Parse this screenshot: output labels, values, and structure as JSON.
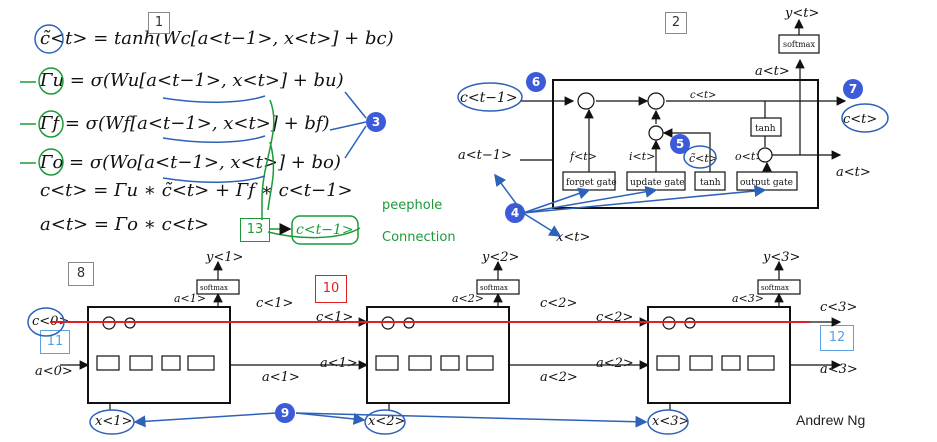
{
  "equations": [
    "c̃<t> = tanh(Wc[a<t−1>, x<t>] + bc)",
    "Γu = σ(Wu[a<t−1>, x<t>] + bu)",
    "Γf = σ(Wf[a<t−1>, x<t>] + bf)",
    "Γo = σ(Wo[a<t−1>, x<t>] + bo)",
    "c<t> = Γu ∗ c̃<t> + Γf ∗ c<t−1>",
    "a<t> = Γo ∗ c<t>"
  ],
  "box_numbers": {
    "n1": "1",
    "n2": "2",
    "n8": "8",
    "n10": "10",
    "n11": "11",
    "n12": "12",
    "n13": "13"
  },
  "badges": {
    "b3": "3",
    "b4": "4",
    "b5": "5",
    "b6": "6",
    "b7": "7",
    "b9": "9"
  },
  "annotation": {
    "peephole": "peephole",
    "connection": "Connection",
    "c_prev": "c<t−1>"
  },
  "cell": {
    "forget_gate": "forget gate",
    "update_gate": "update gate",
    "tanh": "tanh",
    "output_gate": "output gate",
    "softmax": "softmax",
    "c_prev": "c<t−1>",
    "c_out": "c<t>",
    "a_prev": "a<t−1>",
    "a_out": "a<t>",
    "x_in": "x<t>",
    "y_out": "y<t>",
    "f": "f<t>",
    "i": "i<t>",
    "o": "o<t>",
    "c_tilde": "c̃<t>"
  },
  "chain": {
    "c0": "c<0>",
    "a0": "a<0>",
    "c1": "c<1>",
    "c2": "c<2>",
    "c3": "c<3>",
    "a1": "a<1>",
    "a2": "a<2>",
    "a3": "a<3>",
    "x1": "x<1>",
    "x2": "x<2>",
    "x3": "x<3>",
    "y1": "y<1>",
    "y2": "y<2>",
    "y3": "y<3>",
    "softmax": "softmax"
  },
  "author": "Andrew Ng",
  "colors": {
    "badge": "#3d5bd9",
    "annotation_green": "#1c9a3a",
    "peephole_red": "#e02020",
    "note_blue": "#2e62b8"
  }
}
